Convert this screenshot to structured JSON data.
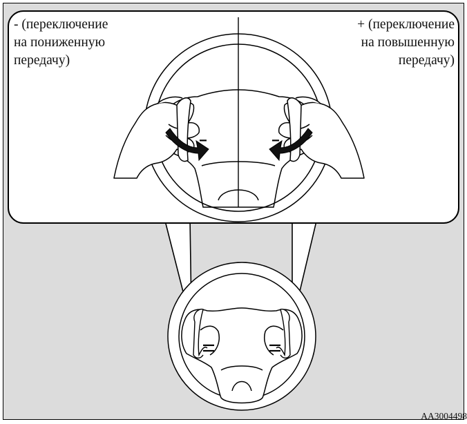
{
  "labels": {
    "downshift": "- (переключение\nна пониженную\nпередачу)",
    "upshift": "+ (переключение\nна повышенную\nпередачу)"
  },
  "figure_code": "AA3004498",
  "colors": {
    "background": "#dcdcdc",
    "callout_fill": "#ffffff",
    "line": "#000000"
  },
  "icons": [
    "steering-wheel-icon",
    "paddle-shifter-icon",
    "hand-icon",
    "shift-direction-arrow-icon"
  ]
}
